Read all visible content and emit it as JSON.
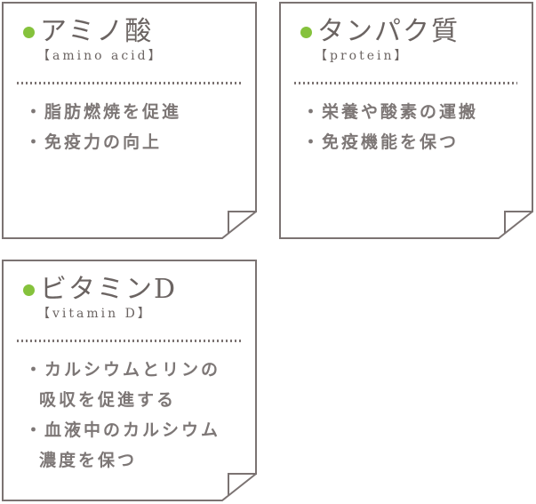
{
  "palette": {
    "border": "#7b7372",
    "title_text": "#6b6462",
    "body_text": "#7d7776",
    "accent_green": "#85c23c"
  },
  "cards": [
    {
      "id": "amino-acid",
      "title": "アミノ酸",
      "subtitle": "【amino acid】",
      "items": [
        {
          "lines": [
            "・脂肪燃焼を促進"
          ]
        },
        {
          "lines": [
            "・免疫力の向上"
          ]
        }
      ]
    },
    {
      "id": "protein",
      "title": "タンパク質",
      "subtitle": "【protein】",
      "items": [
        {
          "lines": [
            "・栄養や酸素の運搬"
          ]
        },
        {
          "lines": [
            "・免疫機能を保つ"
          ]
        }
      ]
    },
    {
      "id": "vitamin-d",
      "title": "ビタミンD",
      "subtitle": "【vitamin D】",
      "items": [
        {
          "lines": [
            "・カルシウムとリンの",
            "吸収を促進する"
          ]
        },
        {
          "lines": [
            "・血液中のカルシウム",
            "濃度を保つ"
          ]
        }
      ]
    }
  ]
}
